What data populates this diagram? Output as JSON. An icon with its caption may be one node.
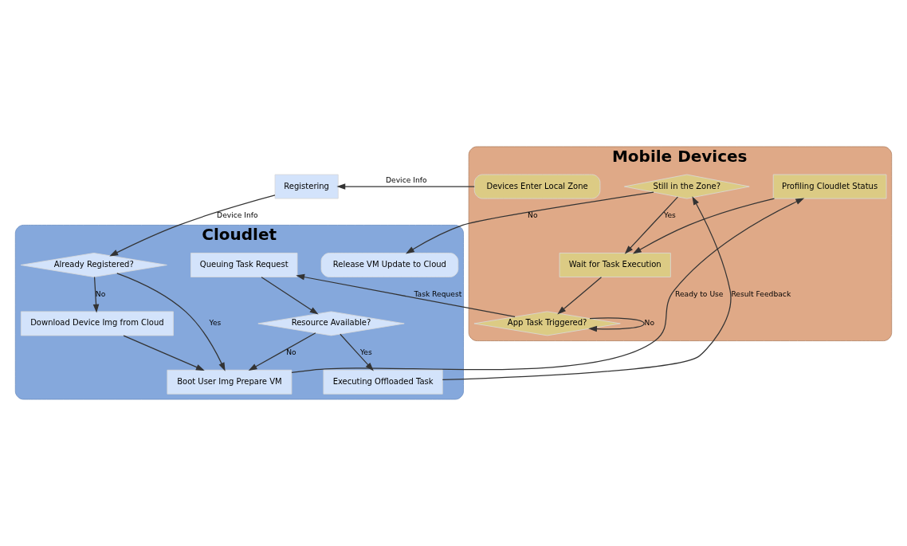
{
  "diagram": {
    "nodes": [
      {
        "text": [
          "Mobile Devices"
        ]
      },
      {
        "text": [
          "Devices Enter Local Zone"
        ],
        "in": 0
      },
      {
        "text": [
          "Profiling Cloudlet Status"
        ],
        "in": 0
      },
      {
        "text": [
          "Wait for Task Execution"
        ],
        "in": 0
      },
      {
        "text": [
          "App Task Triggered?"
        ],
        "in": 0
      },
      {
        "text": [
          "Still in the Zone?"
        ],
        "in": 0
      },
      {
        "text": [
          "Registering"
        ]
      },
      {
        "text": [
          "Cloudlet"
        ]
      },
      {
        "text": [
          "Already Registered?"
        ],
        "in": 7
      },
      {
        "text": [
          "Download Device Img from Cloud"
        ],
        "in": 7
      },
      {
        "text": [
          "Boot User Img Prepare VM"
        ],
        "in": 7
      },
      {
        "text": [
          "Queuing Task Request"
        ],
        "in": 7
      },
      {
        "text": [
          "Resource Available?"
        ],
        "in": 7
      },
      {
        "text": [
          "Executing Offloaded Task"
        ],
        "in": 7
      },
      {
        "text": [
          "Release VM Update to Cloud"
        ],
        "in": 7
      }
    ],
    "edges": [
      {
        "from": 1,
        "to": 6,
        "arrow": "to",
        "label": "Device Info"
      },
      {
        "from": 6,
        "to": 8,
        "arrow": "to",
        "label": "Device Info"
      },
      {
        "from": 8,
        "to": 9,
        "arrow": "to",
        "label": "No"
      },
      {
        "from": 8,
        "to": 10,
        "arrow": "to",
        "label": "Yes"
      },
      {
        "from": 9,
        "to": 10,
        "arrow": "to"
      },
      {
        "from": 10,
        "to": 2,
        "arrow": "to",
        "label": "Ready to Use"
      },
      {
        "from": 2,
        "to": 3,
        "arrow": "to"
      },
      {
        "from": 3,
        "to": 4,
        "arrow": "to"
      },
      {
        "from": 4,
        "to": 4,
        "arrow": "to",
        "label": "No"
      },
      {
        "from": 4,
        "to": 11,
        "arrow": "to",
        "label": "Task Request"
      },
      {
        "from": 11,
        "to": 12,
        "arrow": "to"
      },
      {
        "from": 12,
        "to": 10,
        "arrow": "to",
        "label": "No"
      },
      {
        "from": 12,
        "to": 13,
        "arrow": "to",
        "label": "Yes"
      },
      {
        "from": 13,
        "to": 5,
        "arrow": "to",
        "label": "Result Feedback"
      },
      {
        "from": 5,
        "to": 3,
        "arrow": "to",
        "label": "Yes"
      },
      {
        "from": 5,
        "to": 14,
        "arrow": "to",
        "label": "No"
      }
    ]
  }
}
